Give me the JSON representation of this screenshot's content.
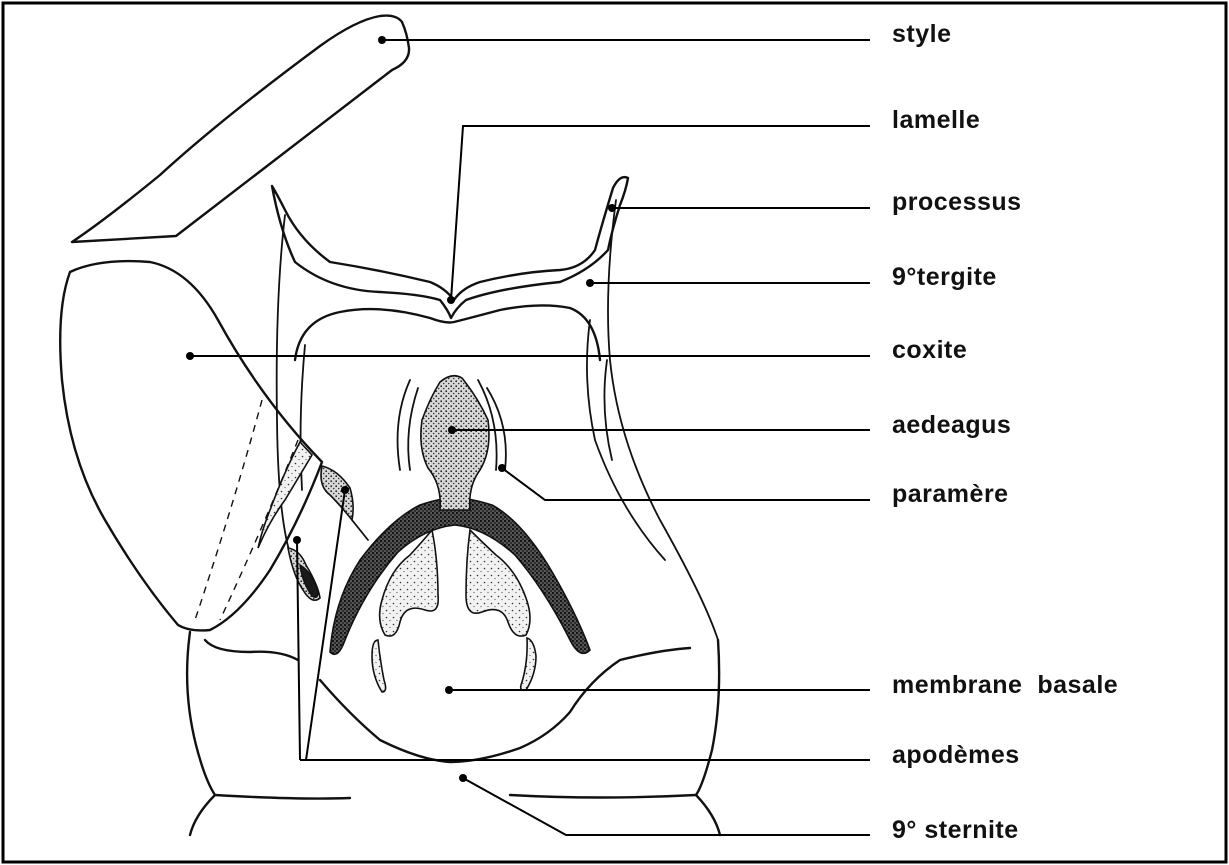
{
  "labels": {
    "style": "style",
    "lamelle": "lamelle",
    "processus": "processus",
    "tergite": "9°tergite",
    "coxite": "coxite",
    "aedeagus": "aedeagus",
    "paramere": "paramère",
    "membrane": "membrane  basale",
    "apodemes": "apodèmes",
    "sternite": "9° sternite"
  }
}
